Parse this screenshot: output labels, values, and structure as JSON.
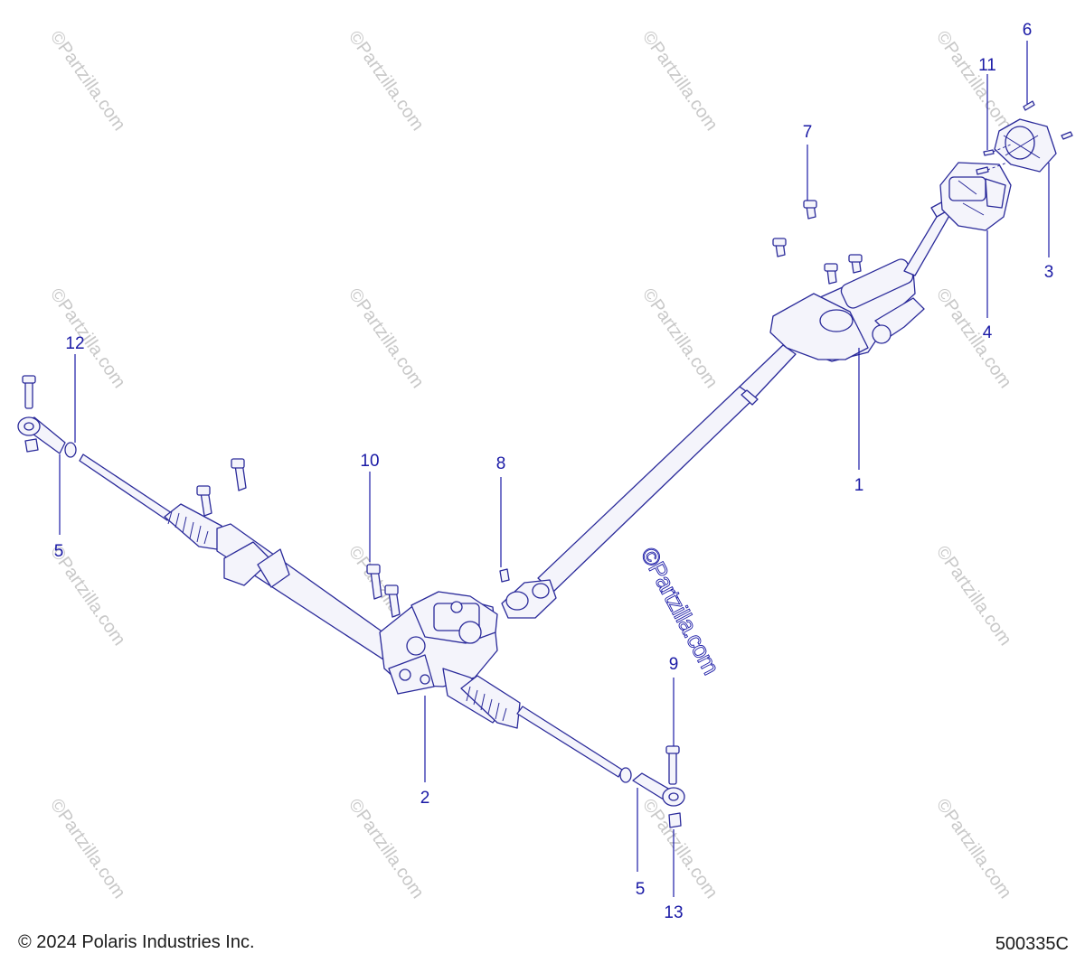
{
  "diagram": {
    "callouts": [
      {
        "id": "1",
        "label": "1"
      },
      {
        "id": "2",
        "label": "2"
      },
      {
        "id": "3",
        "label": "3"
      },
      {
        "id": "4",
        "label": "4"
      },
      {
        "id": "5a",
        "label": "5"
      },
      {
        "id": "5b",
        "label": "5"
      },
      {
        "id": "6",
        "label": "6"
      },
      {
        "id": "7",
        "label": "7"
      },
      {
        "id": "8",
        "label": "8"
      },
      {
        "id": "9",
        "label": "9"
      },
      {
        "id": "10",
        "label": "10"
      },
      {
        "id": "11",
        "label": "11"
      },
      {
        "id": "12",
        "label": "12"
      },
      {
        "id": "13",
        "label": "13"
      }
    ],
    "watermark_text": "©Partzilla.com",
    "center_watermark": "©Partzilla.com"
  },
  "footer": {
    "copyright": "© 2024 Polaris Industries Inc.",
    "diagram_id": "500335C"
  }
}
